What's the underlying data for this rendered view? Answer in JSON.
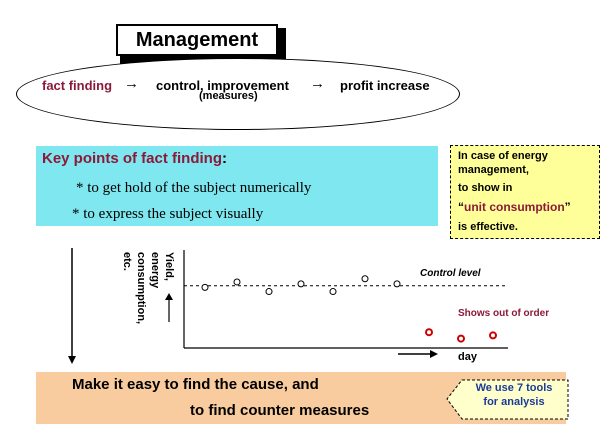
{
  "title": "Management",
  "flow": {
    "step1": "fact finding",
    "arrow": "→",
    "step2": "control,  improvement",
    "step2_sub": "(measures)",
    "step3": "profit increase"
  },
  "key_points": {
    "title": "Key points of fact finding",
    "colon": ":",
    "points": [
      "* to get hold of the subject numerically",
      "* to express the subject visually"
    ]
  },
  "note": {
    "line1": "In case of energy",
    "line2": "management,",
    "line3": "to show in",
    "line4_open": "“",
    "line4_highlight": "unit consumption",
    "line4_close": "”",
    "line5": "is effective."
  },
  "chart_data": {
    "type": "scatter",
    "ylabel": "Yield, energy consumption, etc.",
    "xlabel": "day",
    "control_level_label": "Control level",
    "out_of_order_label": "Shows out of order",
    "series": [
      {
        "name": "",
        "color": "#000000",
        "points": [
          [
            1,
            0.55
          ],
          [
            2,
            0.72
          ],
          [
            3,
            0.42
          ],
          [
            4,
            0.66
          ],
          [
            5,
            0.42
          ],
          [
            6,
            0.82
          ],
          [
            7,
            0.66
          ]
        ]
      },
      {
        "name": "",
        "color": "#cc0000",
        "points": [
          [
            8,
            -0.85
          ],
          [
            9,
            -1.05
          ],
          [
            10,
            -0.95
          ]
        ]
      }
    ],
    "control_level": 0.6
  },
  "bottom": {
    "line1": "Make it easy to find the cause, and",
    "line2": "to find counter measures"
  },
  "callout": {
    "line1": "We use 7 tools",
    "line2": "for analysis"
  },
  "colors": {
    "accent_text": "#8b1a3a",
    "key_box": "#7fe7ef",
    "note_box": "#ffff99",
    "bottom_band": "#f8cc9e",
    "callout_text": "#1a3a9a",
    "out_of_order": "#cc0000"
  }
}
